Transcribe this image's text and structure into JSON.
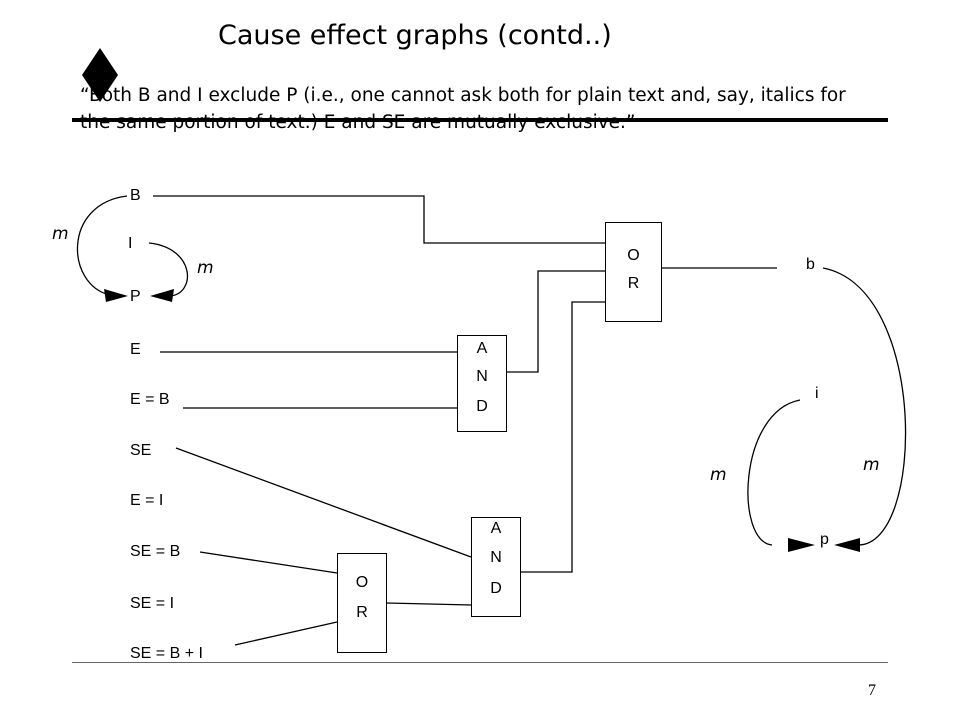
{
  "slide": {
    "title": "Cause effect graphs (contd..)",
    "quote": "“Both B and I exclude P (i.e., one cannot ask both for plain text and, say, italics for the same portion of text.)  E and SE are mutually exclusive.”",
    "page_number": "7"
  },
  "causes": [
    "B",
    "I",
    "P",
    "E",
    "E = B",
    "SE",
    "E = I",
    "SE = B",
    "SE = I",
    "SE = B + I"
  ],
  "gates": {
    "or_top": [
      "O",
      "R"
    ],
    "and_mid": [
      "A",
      "N",
      "D"
    ],
    "and_low": [
      "A",
      "N",
      "D"
    ],
    "or_low": [
      "O",
      "R"
    ]
  },
  "effects": [
    "b",
    "i",
    "p"
  ],
  "constraint_label": "m"
}
